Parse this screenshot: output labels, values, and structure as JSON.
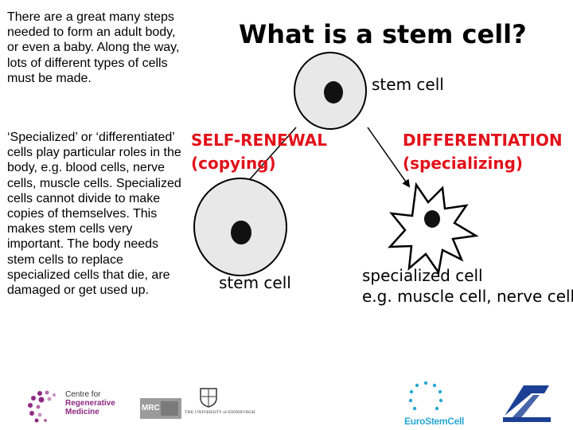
{
  "intro_text": "There are a great many steps needed to form an adult body, or even a baby. Along the way, lots of different types of cells must be made.",
  "specialized_text": "‘Specialized’ or ‘differentiated’ cells play particular roles in the body, e.g. blood cells, nerve cells, muscle cells. Specialized cells cannot divide to make copies of themselves. This makes stem cells very important. The body needs stem cells to replace specialized cells that die, are damaged or get used up.",
  "diagram": {
    "title": "What is a stem cell?",
    "top_label": "stem cell",
    "self_renewal": {
      "line1": "SELF-RENEWAL",
      "line2": "(copying)"
    },
    "differentiation": {
      "line1": "DIFFERENTIATION",
      "line2": "(specializing)"
    },
    "bottom_left_label": "stem cell",
    "bottom_right_label": {
      "line1": "specialized cell",
      "line2": "e.g. muscle cell, nerve cell"
    }
  },
  "logos": {
    "crm": {
      "line1": "Centre for",
      "line2": "Regenerative",
      "line3": "Medicine"
    },
    "mrc": "MRC",
    "edinburgh": "THE UNIVERSITY of EDINBURGH",
    "eurostemcell": "EuroStemCell",
    "fp7": "7"
  },
  "colors": {
    "accent_red": "#e2111a",
    "cell_fill": "#e8e8e8",
    "crm_purple": "#8e2a83",
    "eurostem_blue": "#29a8d4"
  }
}
